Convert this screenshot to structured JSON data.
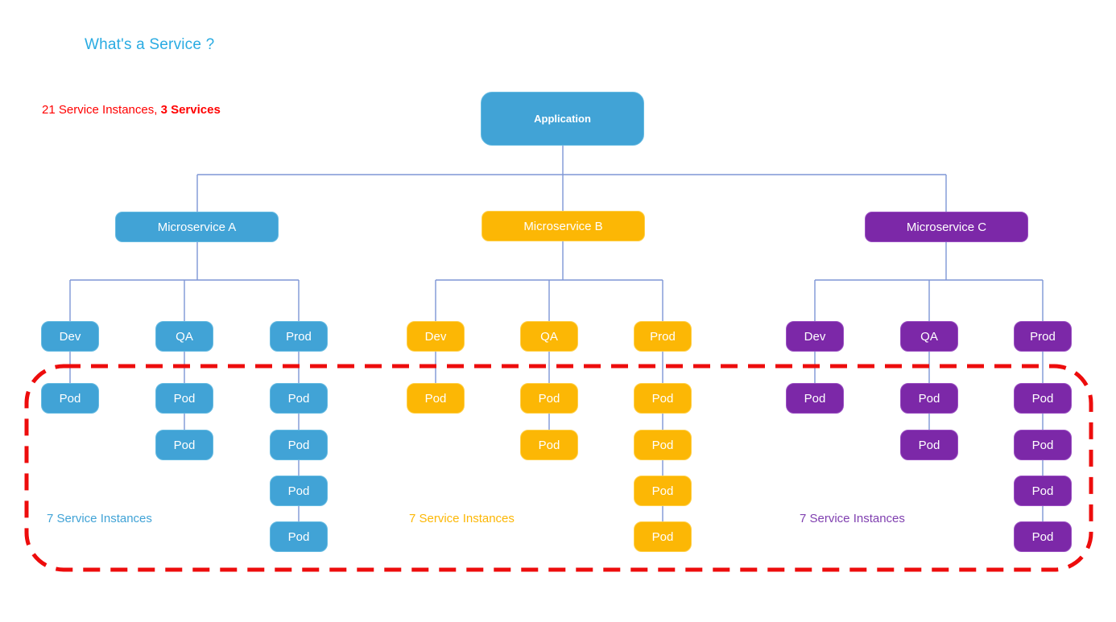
{
  "title": "What's a Service ?",
  "summary": {
    "prefix": "21 Service Instances, ",
    "bold": "3 Services"
  },
  "application": {
    "label": "Application"
  },
  "services": [
    {
      "name": "Microservice A",
      "color": "#41a3d6",
      "instances_label": "7 Service Instances",
      "environments": [
        {
          "label": "Dev",
          "pods": [
            "Pod"
          ]
        },
        {
          "label": "QA",
          "pods": [
            "Pod",
            "Pod"
          ]
        },
        {
          "label": "Prod",
          "pods": [
            "Pod",
            "Pod",
            "Pod",
            "Pod"
          ]
        }
      ]
    },
    {
      "name": "Microservice B",
      "color": "#fcb705",
      "instances_label": "7 Service Instances",
      "environments": [
        {
          "label": "Dev",
          "pods": [
            "Pod"
          ]
        },
        {
          "label": "QA",
          "pods": [
            "Pod",
            "Pod"
          ]
        },
        {
          "label": "Prod",
          "pods": [
            "Pod",
            "Pod",
            "Pod",
            "Pod"
          ]
        }
      ]
    },
    {
      "name": "Microservice C",
      "color": "#7c28a8",
      "instances_label": "7 Service Instances",
      "environments": [
        {
          "label": "Dev",
          "pods": [
            "Pod"
          ]
        },
        {
          "label": "QA",
          "pods": [
            "Pod",
            "Pod"
          ]
        },
        {
          "label": "Prod",
          "pods": [
            "Pod",
            "Pod",
            "Pod",
            "Pod"
          ]
        }
      ]
    }
  ],
  "totals": {
    "pods": 21,
    "services": 3,
    "instances_per_service": 7
  },
  "boundary_color": "#ed0c0c",
  "connector_color": "#7e96d6"
}
